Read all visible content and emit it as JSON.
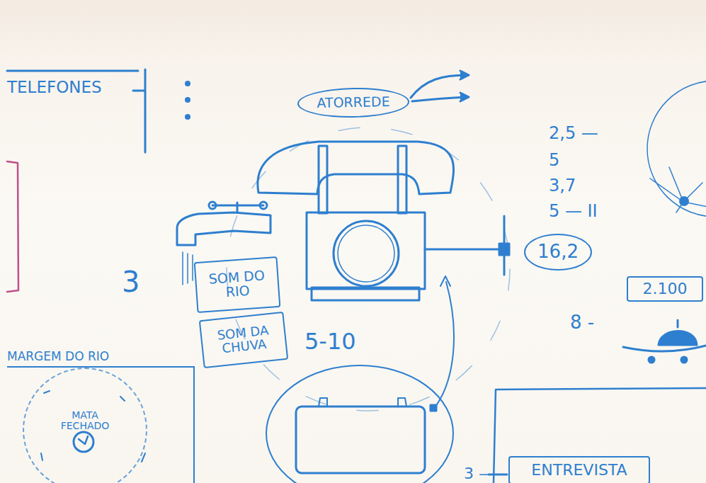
{
  "diagram": {
    "nodes": [
      {
        "text": [
          "ATORREDE"
        ]
      },
      {
        "text": [
          "16,2"
        ]
      },
      {
        "text": [
          "SOM DO RIO"
        ]
      },
      {
        "text": [
          "2.100"
        ]
      },
      {
        "text": [
          "SOM DA CHUVA"
        ]
      },
      {
        "text": [
          "MARGEM DO RIO"
        ]
      },
      {
        "text": [
          "MATA FECHADO"
        ],
        "in": 5
      },
      {
        "text": [
          "ENTREVISTA"
        ]
      }
    ],
    "labels": [
      "TELEFONES",
      "3",
      "5-10",
      "2,5 —",
      "5",
      "3,7",
      "5 — II",
      "8 -",
      "3 —"
    ]
  }
}
